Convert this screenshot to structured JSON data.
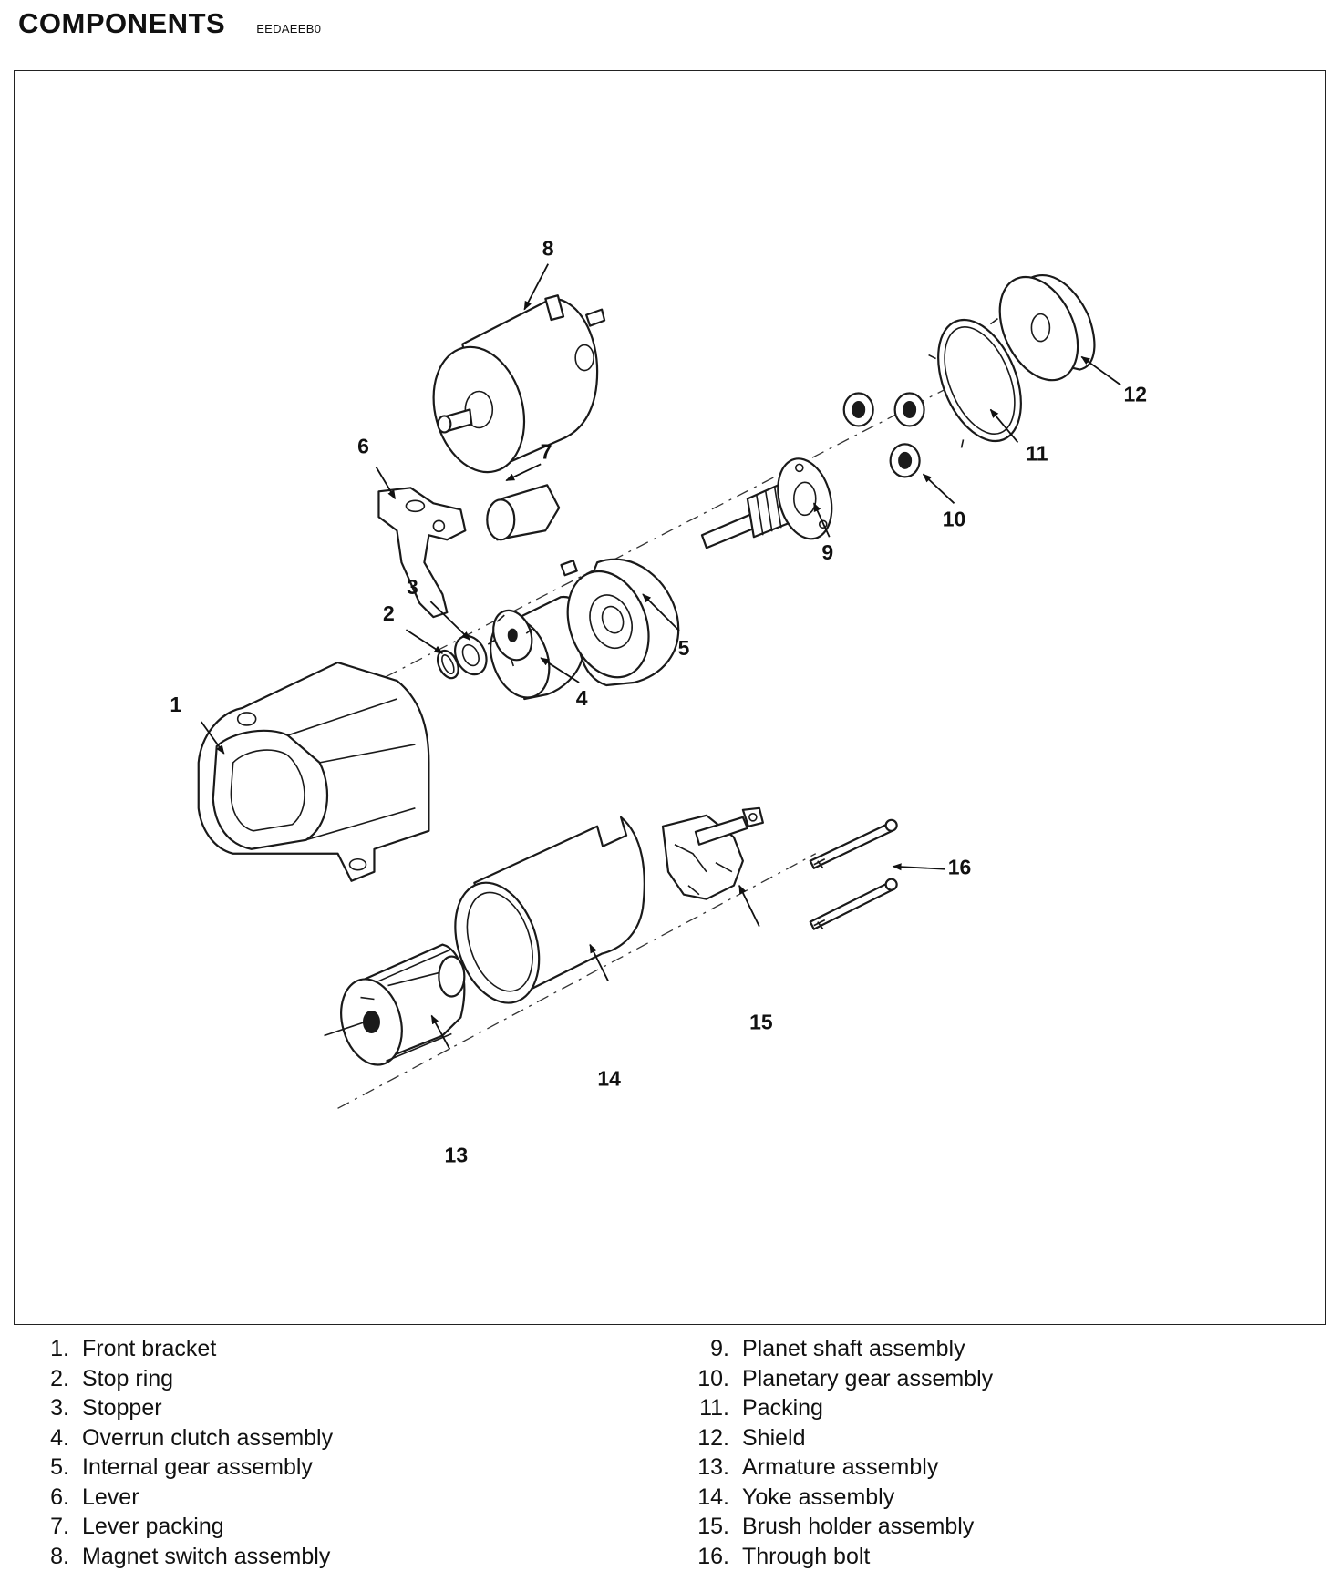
{
  "header": {
    "title": "COMPONENTS",
    "code": "EEDAEEB0"
  },
  "diagram": {
    "callouts": [
      "1",
      "2",
      "3",
      "4",
      "5",
      "6",
      "7",
      "8",
      "9",
      "10",
      "11",
      "12",
      "13",
      "14",
      "15",
      "16"
    ]
  },
  "legend": {
    "left": [
      {
        "num": "1.",
        "label": "Front bracket"
      },
      {
        "num": "2.",
        "label": "Stop ring"
      },
      {
        "num": "3.",
        "label": "Stopper"
      },
      {
        "num": "4.",
        "label": "Overrun clutch assembly"
      },
      {
        "num": "5.",
        "label": "Internal gear assembly"
      },
      {
        "num": "6.",
        "label": "Lever"
      },
      {
        "num": "7.",
        "label": "Lever packing"
      },
      {
        "num": "8.",
        "label": "Magnet switch assembly"
      }
    ],
    "right": [
      {
        "num": "9.",
        "label": "Planet shaft assembly"
      },
      {
        "num": "10.",
        "label": "Planetary gear assembly"
      },
      {
        "num": "11.",
        "label": "Packing"
      },
      {
        "num": "12.",
        "label": "Shield"
      },
      {
        "num": "13.",
        "label": "Armature assembly"
      },
      {
        "num": "14.",
        "label": "Yoke assembly"
      },
      {
        "num": "15.",
        "label": "Brush holder assembly"
      },
      {
        "num": "16.",
        "label": "Through bolt"
      }
    ]
  }
}
